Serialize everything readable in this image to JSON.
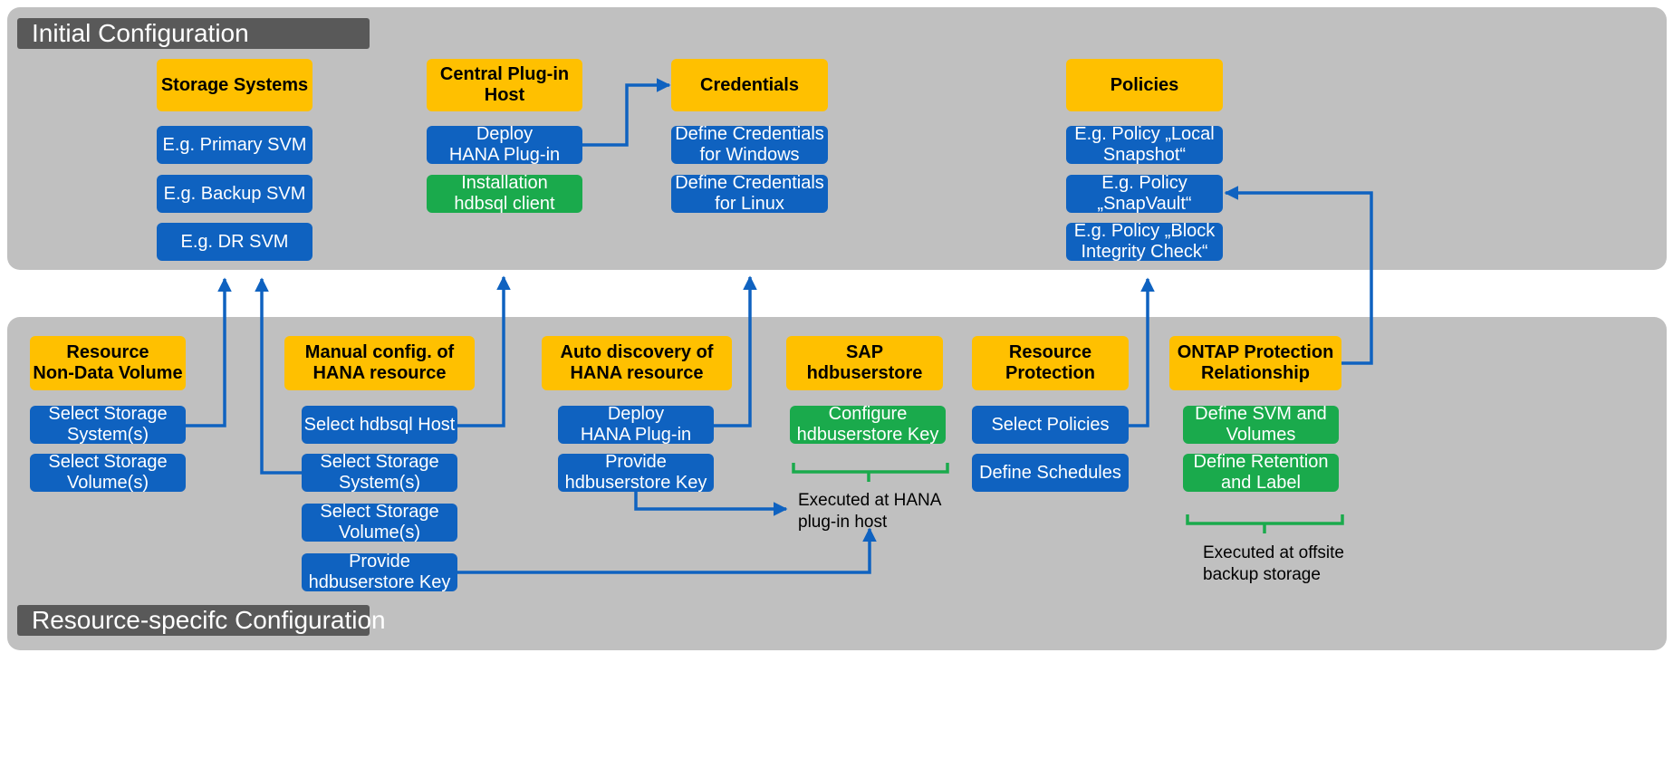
{
  "sections": {
    "initial": "Initial Configuration",
    "resource": "Resource-specifc Configuration"
  },
  "initial": {
    "storage_systems": {
      "title": "Storage Systems",
      "items": [
        "E.g. Primary SVM",
        "E.g. Backup SVM",
        "E.g. DR SVM"
      ]
    },
    "central_host": {
      "title": "Central Plug-in\nHost",
      "deploy": "Deploy\nHANA Plug-in",
      "install": "Installation\nhdbsql client"
    },
    "credentials": {
      "title": "Credentials",
      "items": [
        "Define Credentials\nfor Windows",
        "Define Credentials\nfor Linux"
      ]
    },
    "policies": {
      "title": "Policies",
      "items": [
        "E.g. Policy „Local\nSnapshot“",
        "E.g. Policy\n„SnapVault“",
        "E.g. Policy „Block\nIntegrity Check“"
      ]
    }
  },
  "resource": {
    "non_data": {
      "title": "Resource\nNon-Data Volume",
      "items": [
        "Select Storage\nSystem(s)",
        "Select Storage\nVolume(s)"
      ]
    },
    "manual": {
      "title": "Manual config. of\nHANA resource",
      "items": [
        "Select hdbsql Host",
        "Select Storage\nSystem(s)",
        "Select Storage\nVolume(s)",
        "Provide\nhdbuserstore Key"
      ]
    },
    "auto": {
      "title": "Auto discovery of\nHANA resource",
      "items": [
        "Deploy\nHANA Plug-in",
        "Provide\nhdbuserstore Key"
      ]
    },
    "sap": {
      "title": "SAP\nhdbuserstore",
      "item": "Configure\nhdbuserstore Key"
    },
    "protection": {
      "title": "Resource\nProtection",
      "items": [
        "Select Policies",
        "Define Schedules"
      ]
    },
    "ontap": {
      "title": "ONTAP Protection\nRelationship",
      "items": [
        "Define SVM and\nVolumes",
        "Define Retention\nand Label"
      ]
    }
  },
  "notes": {
    "hana_host": "Executed at HANA\nplug-in host",
    "offsite": "Executed at offsite\nbackup storage"
  },
  "colors": {
    "panel": "#c0c0c0",
    "header": "#ffc000",
    "action": "#0f62c0",
    "host_action": "#1aaa4c",
    "arrow": "#0f62c0",
    "bracket": "#1aaa4c",
    "section_label": "#595959"
  }
}
